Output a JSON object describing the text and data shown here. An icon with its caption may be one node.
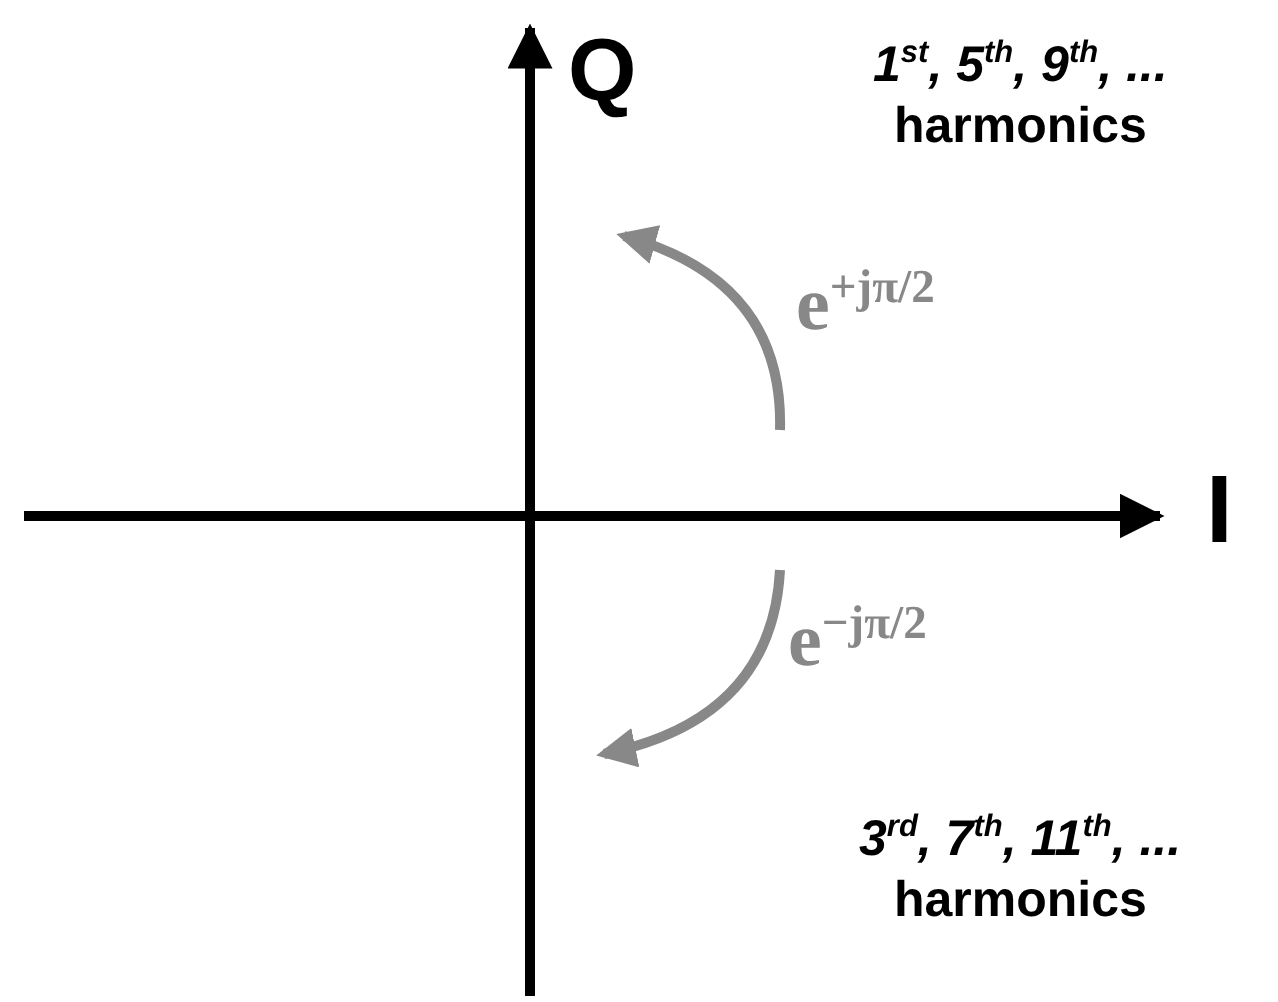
{
  "diagram": {
    "labels": [
      "Q",
      "1$^{st}$, 5$^{th}$, 9$^{th}$, ...",
      "harmonics",
      "e$^{+jπ/2}$",
      "I",
      "e$^{−jπ/2}$",
      "3$^{rd}$, 7$^{th}$, 11$^{th}$, ...",
      "harmonics"
    ]
  }
}
